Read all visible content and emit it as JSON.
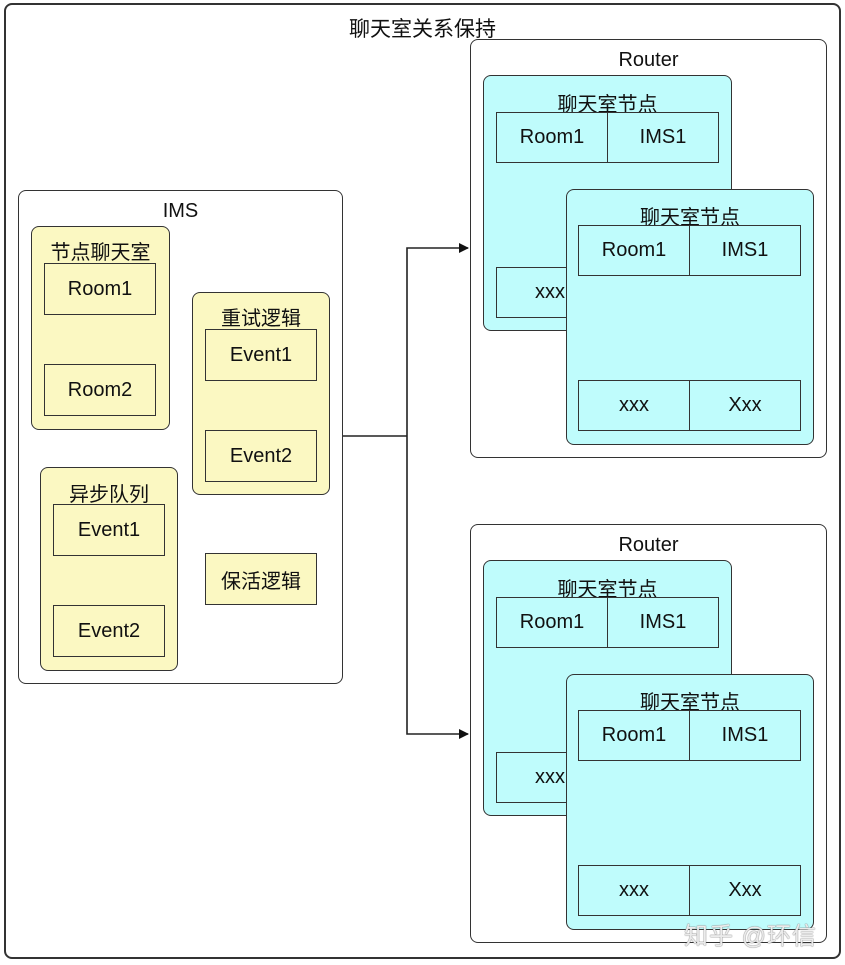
{
  "title": "聊天室关系保持",
  "ims": {
    "label": "IMS",
    "node_rooms": {
      "label": "节点聊天室",
      "items": [
        "Room1",
        "Room2"
      ]
    },
    "retry_logic": {
      "label": "重试逻辑",
      "items": [
        "Event1",
        "Event2"
      ]
    },
    "async_queue": {
      "label": "异步队列",
      "items": [
        "Event1",
        "Event2"
      ]
    },
    "keepalive_logic": {
      "label": "保活逻辑"
    }
  },
  "routers": [
    {
      "label": "Router",
      "back_node": {
        "label": "聊天室节点",
        "top": [
          "Room1",
          "IMS1"
        ],
        "bottom": [
          "xxx"
        ]
      },
      "front_node": {
        "label": "聊天室节点",
        "top": [
          "Room1",
          "IMS1"
        ],
        "bottom": [
          "xxx",
          "Xxx"
        ]
      }
    },
    {
      "label": "Router",
      "back_node": {
        "label": "聊天室节点",
        "top": [
          "Room1",
          "IMS1"
        ],
        "bottom": [
          "xxx"
        ]
      },
      "front_node": {
        "label": "聊天室节点",
        "top": [
          "Room1",
          "IMS1"
        ],
        "bottom": [
          "xxx",
          "Xxx"
        ]
      }
    }
  ],
  "watermark": "知乎 @环信",
  "colors": {
    "yellow_fill": "#fbf8c2",
    "cyan_fill": "#bffcfc",
    "stroke": "#333333"
  }
}
